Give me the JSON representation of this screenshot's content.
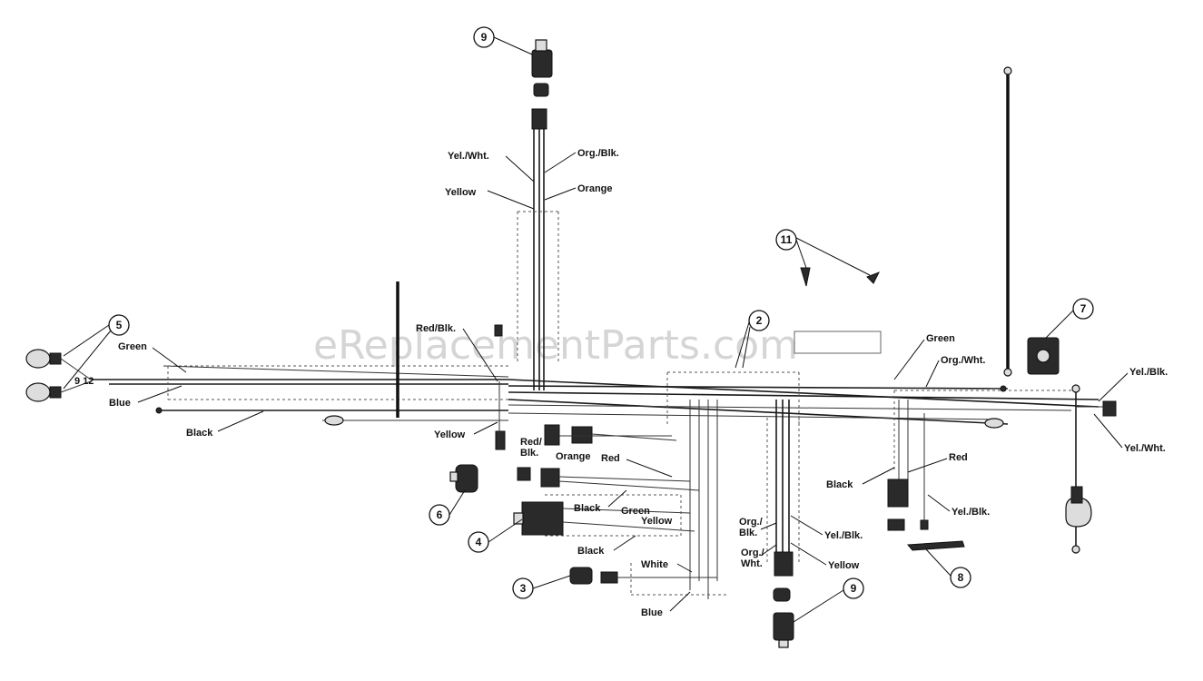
{
  "watermark": "eReplacementParts.com",
  "wire_labels": {
    "green_left": "Green",
    "blue_left": "Blue",
    "black_left": "Black",
    "size_12": "9 12",
    "yel_wht_top": "Yel./Wht.",
    "org_blk_top": "Org./Blk.",
    "yellow_top": "Yellow",
    "orange_top": "Orange",
    "red_blk_mid": "Red/Blk.",
    "yellow_mid": "Yellow",
    "red_blk_low": "Red/\nBlk.",
    "orange_low": "Orange",
    "red_low": "Red",
    "black_low": "Black",
    "green_low": "Green",
    "yellow_low": "Yellow",
    "black_bottom": "Black",
    "white_bottom": "White",
    "blue_bottom": "Blue",
    "org_blk_bottom": "Org./\nBlk.",
    "org_wht_bottom": "Org./\nWht.",
    "yel_blk_bottom": "Yel./Blk.",
    "yellow_bottom": "Yellow",
    "green_right": "Green",
    "org_wht_right": "Org./Wht.",
    "yel_blk_right": "Yel./Blk.",
    "yel_wht_right": "Yel./Wht.",
    "black_right": "Black",
    "red_right": "Red",
    "yel_blk_right_low": "Yel./Blk."
  },
  "callouts": [
    "9",
    "11",
    "2",
    "7",
    "5",
    "6",
    "4",
    "3",
    "9",
    "8"
  ]
}
